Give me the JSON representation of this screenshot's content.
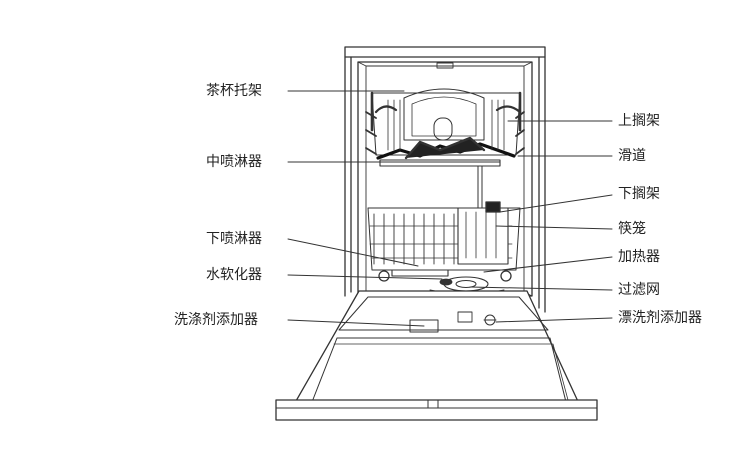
{
  "diagram": {
    "left_labels": [
      {
        "key": "cup_rack",
        "text": "茶杯托架"
      },
      {
        "key": "middle_spray_arm",
        "text": "中喷淋器"
      },
      {
        "key": "lower_spray_arm",
        "text": "下喷淋器"
      },
      {
        "key": "water_softener",
        "text": "水软化器"
      },
      {
        "key": "detergent_dispenser",
        "text": "洗涤剂添加器"
      }
    ],
    "right_labels": [
      {
        "key": "upper_basket",
        "text": "上搁架"
      },
      {
        "key": "slide_rail",
        "text": "滑道"
      },
      {
        "key": "lower_basket",
        "text": "下搁架"
      },
      {
        "key": "cutlery_basket",
        "text": "筷笼"
      },
      {
        "key": "heater",
        "text": "加热器"
      },
      {
        "key": "filter",
        "text": "过滤网"
      },
      {
        "key": "rinse_aid_dispenser",
        "text": "漂洗剂添加器"
      }
    ],
    "line_color": "#333333"
  }
}
